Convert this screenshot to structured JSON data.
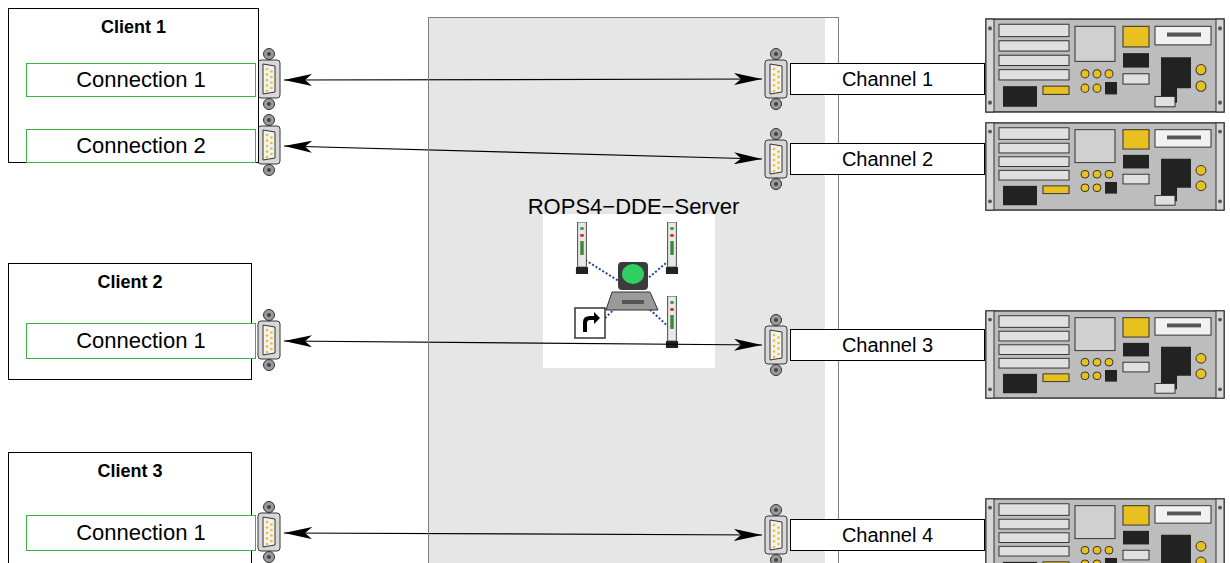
{
  "diagram": {
    "nodes": [
      {
        "text": [
          "Client 1"
        ]
      },
      {
        "text": [
          "Connection 1"
        ],
        "in": 0
      },
      {
        "text": [
          "Connection 2"
        ],
        "in": 0
      },
      {
        "text": [
          "ROPS4−DDE−Server"
        ]
      },
      {
        "text": [
          "Channel 1"
        ]
      },
      {
        "text": [
          "Channel 2"
        ]
      },
      {
        "text": [
          "Client 2"
        ]
      },
      {
        "text": [
          "Connection 1"
        ],
        "in": 6
      },
      {
        "text": [
          "Channel 3"
        ]
      },
      {
        "text": [
          "Client 3"
        ]
      },
      {
        "text": [
          "Connection 1"
        ],
        "in": 9
      },
      {
        "text": [
          "Channel 4"
        ]
      }
    ],
    "edges": [
      {
        "from": 1,
        "to": 4,
        "arrow": "both"
      },
      {
        "from": 2,
        "to": 5,
        "arrow": "both"
      },
      {
        "from": 7,
        "to": 8,
        "arrow": "both"
      },
      {
        "from": 10,
        "to": 11,
        "arrow": "both"
      }
    ]
  }
}
